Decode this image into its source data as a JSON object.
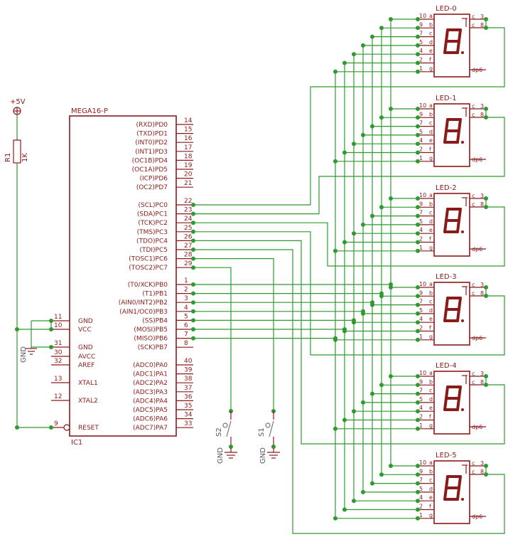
{
  "supply": {
    "label": "+5V"
  },
  "resistor": {
    "name": "R1",
    "value": "1K"
  },
  "gnd_label": "GND",
  "ic": {
    "title": "MEGA16-P",
    "designator": "IC1",
    "left_pins": [
      {
        "num": "11",
        "name": "GND"
      },
      {
        "num": "10",
        "name": "VCC"
      },
      {
        "num": "31",
        "name": "GND"
      },
      {
        "num": "30",
        "name": "AVCC"
      },
      {
        "num": "32",
        "name": "AREF"
      },
      {
        "num": "13",
        "name": "XTAL1"
      },
      {
        "num": "12",
        "name": "XTAL2"
      },
      {
        "num": "9",
        "name": "RESET"
      }
    ],
    "right_pins": [
      {
        "num": "14",
        "name": "(RXD)PD0"
      },
      {
        "num": "15",
        "name": "(TXD)PD1"
      },
      {
        "num": "16",
        "name": "(INT0)PD2"
      },
      {
        "num": "17",
        "name": "(INT1)PD3"
      },
      {
        "num": "18",
        "name": "(OC1B)PD4"
      },
      {
        "num": "19",
        "name": "(OC1A)PD5"
      },
      {
        "num": "20",
        "name": "(ICP)PD6"
      },
      {
        "num": "21",
        "name": "(OC2)PD7"
      },
      {
        "num": "22",
        "name": "(SCL)PC0"
      },
      {
        "num": "23",
        "name": "(SDA)PC1"
      },
      {
        "num": "24",
        "name": "(TCK)PC2"
      },
      {
        "num": "25",
        "name": "(TMS)PC3"
      },
      {
        "num": "26",
        "name": "(TDO)PC4"
      },
      {
        "num": "27",
        "name": "(TDI)PC5"
      },
      {
        "num": "28",
        "name": "(TOSC1)PC6"
      },
      {
        "num": "29",
        "name": "(TOSC2)PC7"
      },
      {
        "num": "1",
        "name": "(T0/XCK)PB0"
      },
      {
        "num": "2",
        "name": "(T1)PB1"
      },
      {
        "num": "3",
        "name": "(AIN0/INT2)PB2"
      },
      {
        "num": "4",
        "name": "(AIN1/OC0)PB3"
      },
      {
        "num": "5",
        "name": "(SS)PB4"
      },
      {
        "num": "6",
        "name": "(MOSI)PB5"
      },
      {
        "num": "7",
        "name": "(MISO)PB6"
      },
      {
        "num": "8",
        "name": "(SCK)PB7"
      },
      {
        "num": "40",
        "name": "(ADC0)PA0"
      },
      {
        "num": "39",
        "name": "(ADC1)PA1"
      },
      {
        "num": "38",
        "name": "(ADC2)PA2"
      },
      {
        "num": "37",
        "name": "(ADC3)PA3"
      },
      {
        "num": "36",
        "name": "(ADC4)PA4"
      },
      {
        "num": "35",
        "name": "(ADC5)PA5"
      },
      {
        "num": "34",
        "name": "(ADC6)PA6"
      },
      {
        "num": "33",
        "name": "(ADC7)PA7"
      }
    ]
  },
  "switches": [
    {
      "name": "S2",
      "gnd": "GND"
    },
    {
      "name": "S1",
      "gnd": "GND"
    }
  ],
  "leds": [
    {
      "name": "LED-0"
    },
    {
      "name": "LED-1"
    },
    {
      "name": "LED-2"
    },
    {
      "name": "LED-3"
    },
    {
      "name": "LED-4"
    },
    {
      "name": "LED-5"
    }
  ],
  "led_pins": [
    {
      "num": "10",
      "seg": "a"
    },
    {
      "num": "9",
      "seg": "b"
    },
    {
      "num": "7",
      "seg": "c"
    },
    {
      "num": "5",
      "seg": "d"
    },
    {
      "num": "4",
      "seg": "e"
    },
    {
      "num": "2",
      "seg": "f"
    },
    {
      "num": "1",
      "seg": "g"
    }
  ],
  "led_common": [
    {
      "name": "c",
      "num": "3"
    },
    {
      "name": "c",
      "num": "8"
    }
  ],
  "led_dp": {
    "name": "dp",
    "num": "6"
  }
}
